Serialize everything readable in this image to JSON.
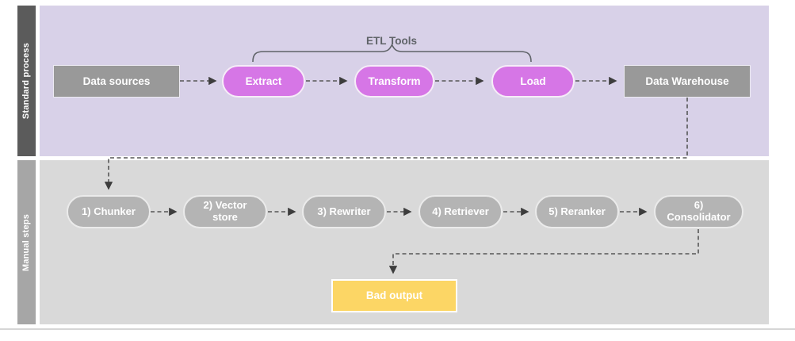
{
  "lanes": {
    "standard_process": {
      "label": "Standard process"
    },
    "manual_steps": {
      "label": "Manual steps"
    }
  },
  "bracket": {
    "label": "ETL Tools"
  },
  "nodes": {
    "data_sources": {
      "label": "Data sources"
    },
    "extract": {
      "label": "Extract"
    },
    "transform": {
      "label": "Transform"
    },
    "load": {
      "label": "Load"
    },
    "data_warehouse": {
      "label": "Data Warehouse"
    },
    "chunker": {
      "label": "1) Chunker"
    },
    "vector_store": {
      "label": "2) Vector store"
    },
    "rewriter": {
      "label": "3) Rewriter"
    },
    "retriever": {
      "label": "4) Retriever"
    },
    "reranker": {
      "label": "5) Reranker"
    },
    "consolidator": {
      "label": "6) Consolidator"
    },
    "bad_output": {
      "label": "Bad output"
    }
  },
  "edges": [
    [
      "data_sources",
      "extract"
    ],
    [
      "extract",
      "transform"
    ],
    [
      "transform",
      "load"
    ],
    [
      "load",
      "data_warehouse"
    ],
    [
      "data_warehouse",
      "chunker"
    ],
    [
      "chunker",
      "vector_store"
    ],
    [
      "vector_store",
      "rewriter"
    ],
    [
      "rewriter",
      "retriever"
    ],
    [
      "retriever",
      "reranker"
    ],
    [
      "reranker",
      "consolidator"
    ],
    [
      "consolidator",
      "bad_output"
    ]
  ],
  "colors": {
    "lane_standard_bg": "#d8d1e8",
    "lane_manual_bg": "#d9d9d9",
    "sidebar_standard": "#5b5b5b",
    "sidebar_manual": "#a6a6a6",
    "process_box": "#999999",
    "etl_pill": "#d676e6",
    "manual_pill": "#b4b4b4",
    "bad_output": "#fcd665",
    "connector": "#575757",
    "bracket_text": "#5f6368"
  }
}
